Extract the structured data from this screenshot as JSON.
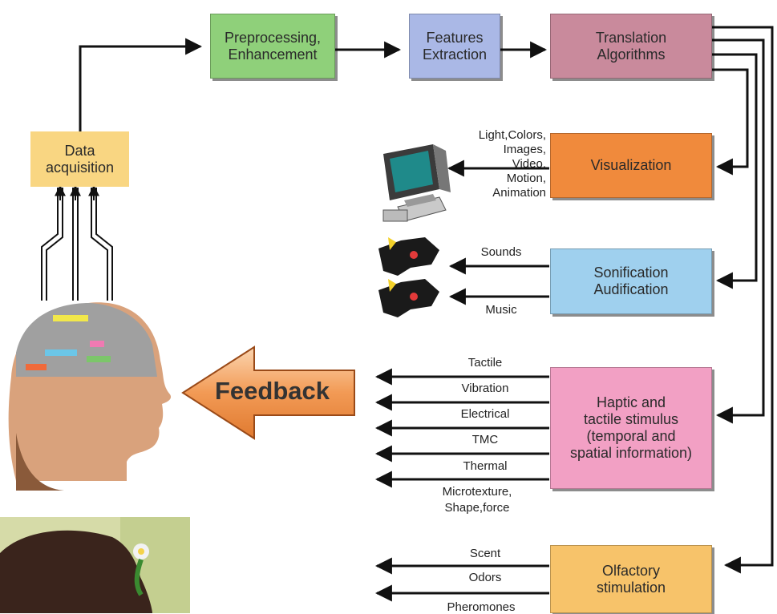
{
  "nodes": {
    "data_acquisition": "Data\nacquisition",
    "preprocessing": "Preprocessing,\nEnhancement",
    "features": "Features\nExtraction",
    "translation": "Translation\nAlgorithms",
    "visualization": "Visualization",
    "sonification": "Sonification\nAudification",
    "haptic": "Haptic and\ntactile stimulus\n(temporal and\nspatial information)",
    "olfactory": "Olfactory\nstimulation"
  },
  "feedback_label": "Feedback",
  "visual_outputs": "Light,Colors,\nImages,\nVideo,\nMotion,\nAnimation",
  "sound_outputs": [
    "Sounds",
    "Music"
  ],
  "haptic_outputs": [
    "Tactile",
    "Vibration",
    "Electrical",
    "TMC",
    "Thermal",
    "Microtexture,\nShape,force"
  ],
  "olfactory_outputs": [
    "Scent",
    "Odors",
    "Pheromones"
  ],
  "colors": {
    "data_acquisition": "#f9d682",
    "preprocessing": "#8fd07a",
    "features": "#aab8e6",
    "translation": "#c98a9c",
    "visualization": "#f08a3c",
    "sonification": "#9fd0ee",
    "haptic": "#f2a0c4",
    "olfactory": "#f7c36a",
    "feedback": "#f3a060"
  }
}
